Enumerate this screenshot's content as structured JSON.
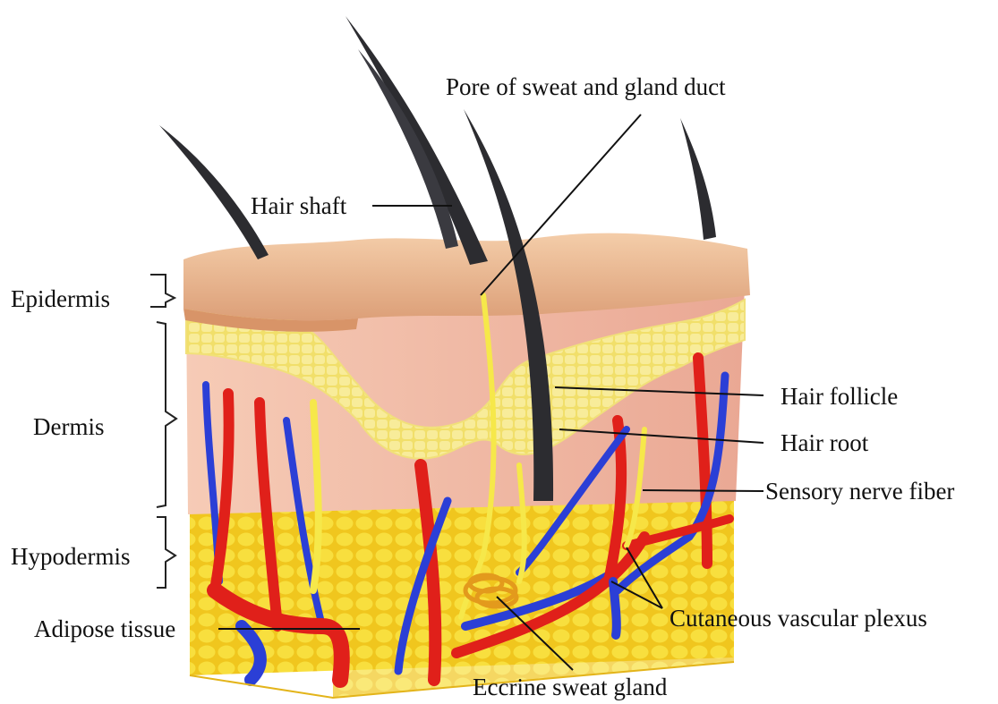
{
  "labels": {
    "pore": "Pore of sweat and gland duct",
    "hair_shaft": "Hair shaft",
    "epidermis": "Epidermis",
    "dermis": "Dermis",
    "hypodermis": "Hypodermis",
    "hair_follicle": "Hair follicle",
    "hair_root": "Hair root",
    "sensory_nerve": "Sensory nerve fiber",
    "adipose": "Adipose tissue",
    "vascular_plexus": "Cutaneous vascular plexus",
    "eccrine": "Eccrine sweat gland"
  },
  "colors": {
    "epidermis": "#e9b58e",
    "dermis": "#f2c1ad",
    "hypodermis": "#f3d22a",
    "artery": "#e0201a",
    "vein": "#2b3fd6",
    "nerve": "#f6e84a",
    "hair": "#2c2c30"
  }
}
